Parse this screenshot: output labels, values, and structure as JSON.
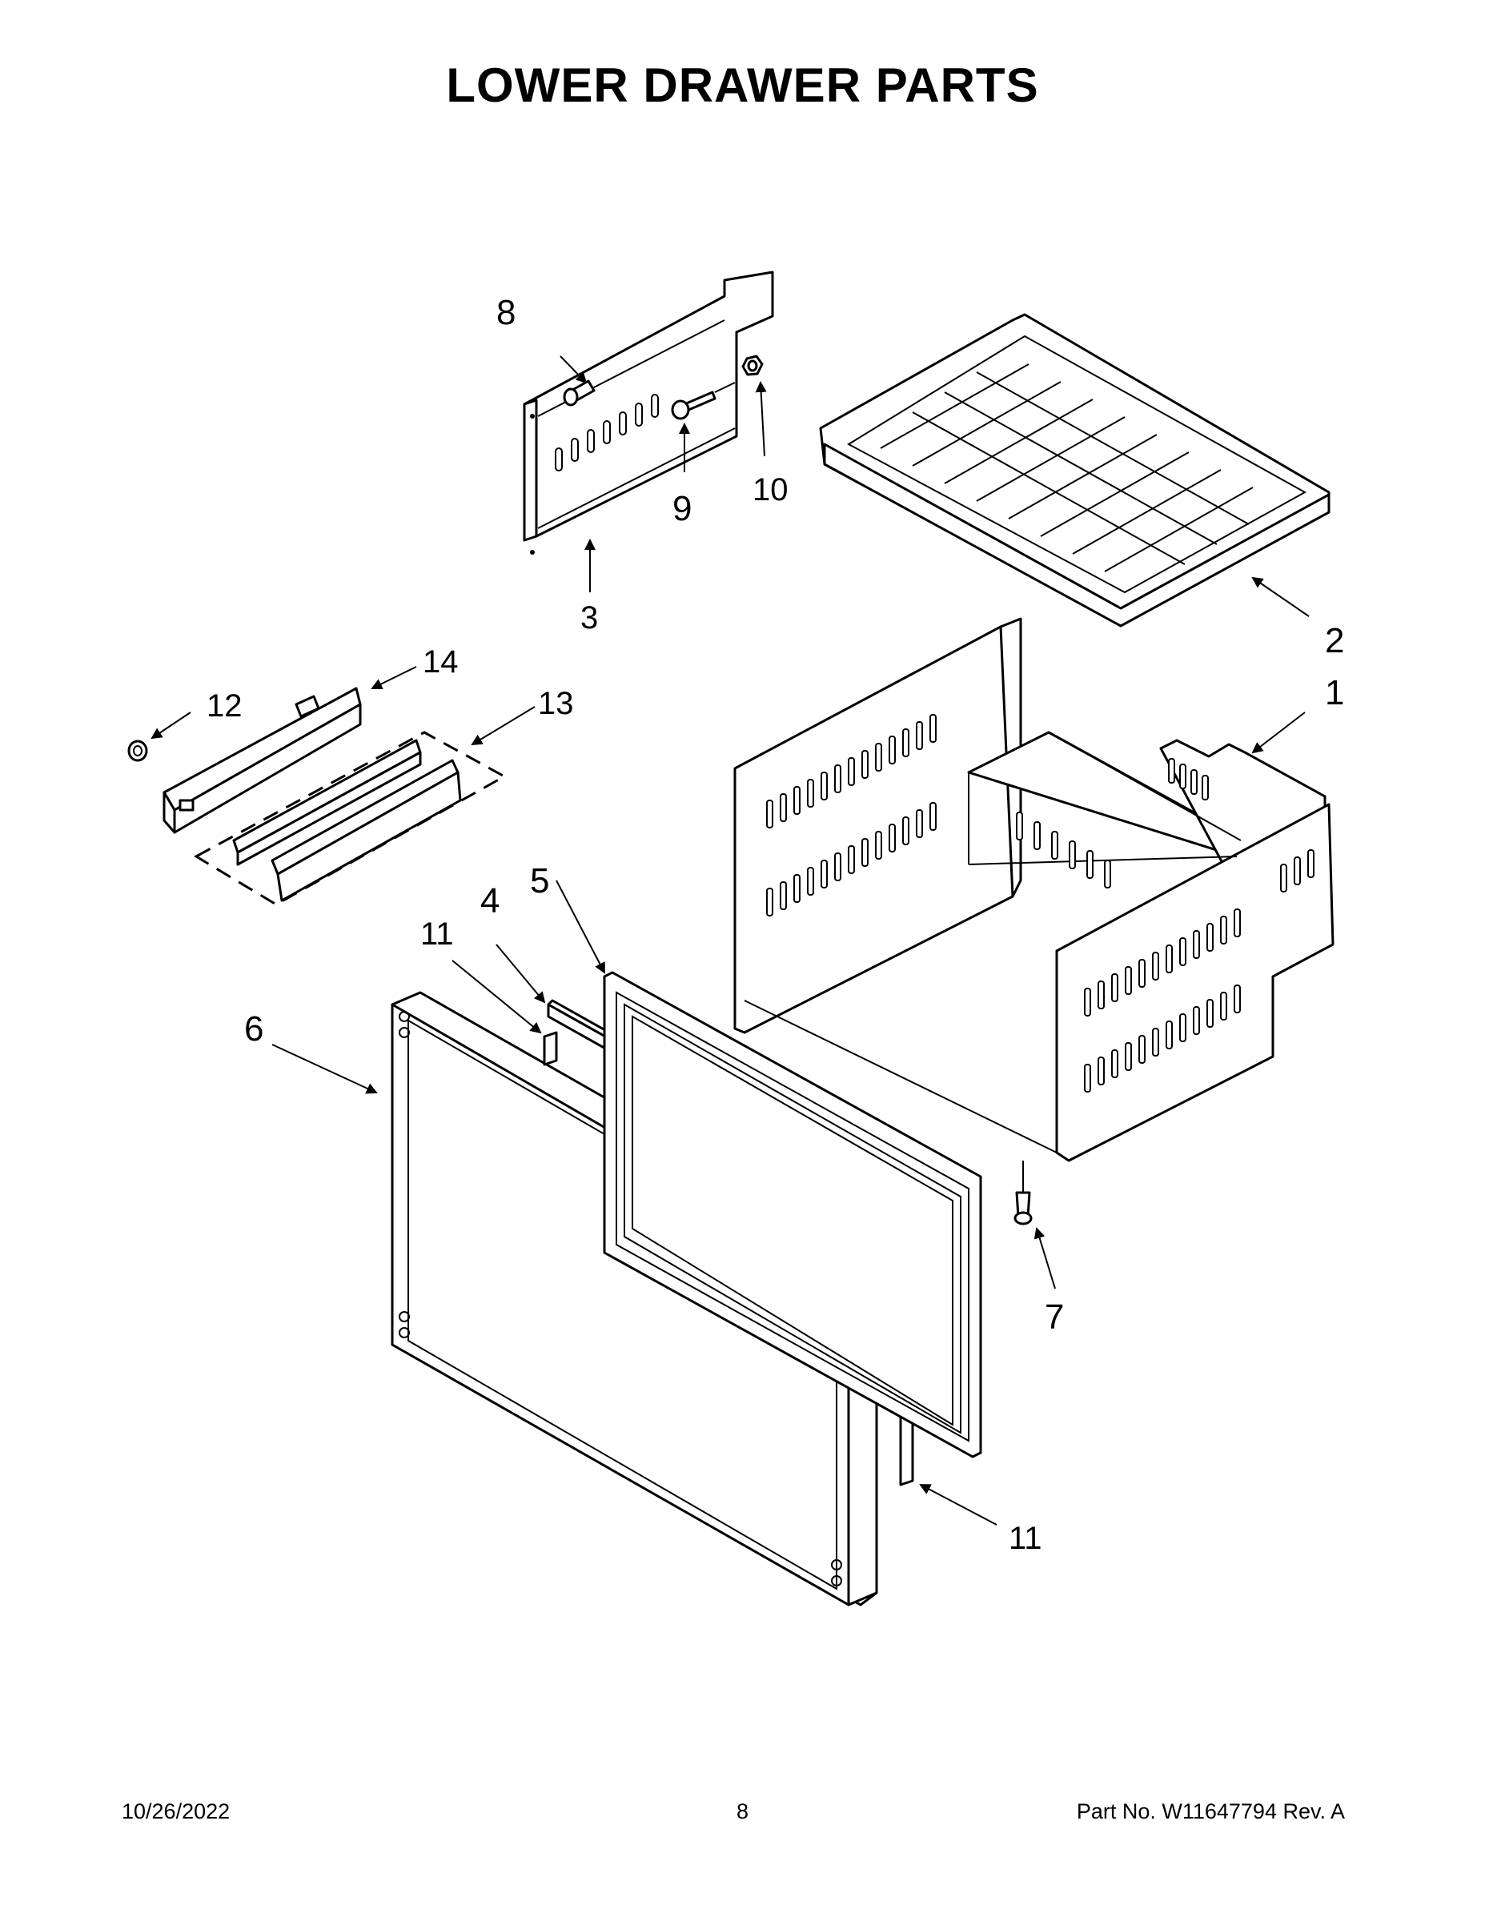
{
  "page": {
    "title": "LOWER DRAWER PARTS",
    "footer": {
      "date": "10/26/2022",
      "page_number": "8",
      "part_number": "Part No.  W11647794  Rev.  A"
    }
  },
  "callouts": {
    "c1": "1",
    "c2": "2",
    "c3": "3",
    "c4": "4",
    "c5": "5",
    "c6": "6",
    "c7": "7",
    "c8": "8",
    "c9": "9",
    "c10": "10",
    "c11a": "11",
    "c11b": "11",
    "c12": "12",
    "c13": "13",
    "c14": "14"
  }
}
